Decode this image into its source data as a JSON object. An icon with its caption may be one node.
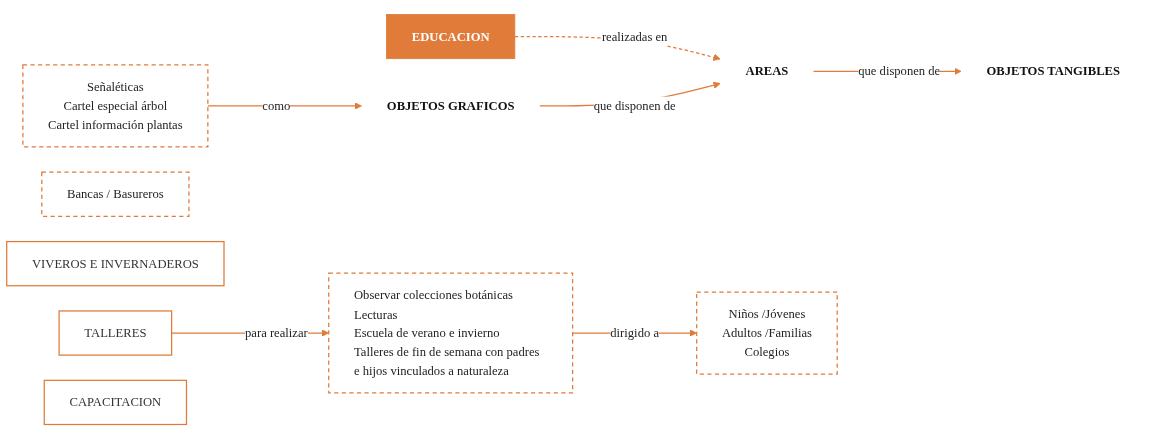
{
  "diagram": {
    "nodes": [
      {
        "text": [
          "Señaléticas",
          "Cartel especial árbol",
          "Cartel información plantas"
        ]
      },
      {
        "text": [
          "EDUCACION"
        ]
      },
      {
        "text": [
          "OBJETOS GRAFICOS"
        ]
      },
      {
        "text": [
          "AREAS"
        ]
      },
      {
        "text": [
          "OBJETOS TANGIBLES"
        ]
      },
      {
        "text": [
          "Bancas / Basureros"
        ]
      },
      {
        "text": [
          "VIVEROS E INVERNADEROS"
        ]
      },
      {
        "text": [
          "TALLERES"
        ]
      },
      {
        "text": [
          "CAPACITACION"
        ]
      },
      {
        "text": [
          "Observar colecciones botánicas",
          "Lecturas",
          "Escuela de verano e invierno",
          "Talleres de fin de semana con padres e hijos vinculados a naturaleza"
        ]
      },
      {
        "text": [
          "Niños /Jóvenes",
          "Adultos /Familias",
          "Colegios"
        ]
      }
    ],
    "edges": [
      {
        "from": 0,
        "to": 2,
        "arrow": "to",
        "label": "como"
      },
      {
        "from": 1,
        "to": 3,
        "arrow": "to",
        "label": "realizadas en",
        "style": "dashed"
      },
      {
        "from": 2,
        "to": 3,
        "arrow": "to",
        "label": "que disponen de"
      },
      {
        "from": 3,
        "to": 4,
        "arrow": "to",
        "label": "que disponen de"
      },
      {
        "from": 7,
        "to": 9,
        "arrow": "to",
        "label": "para realizar"
      },
      {
        "from": 9,
        "to": 10,
        "arrow": "to",
        "label": "dirigido a"
      }
    ]
  }
}
